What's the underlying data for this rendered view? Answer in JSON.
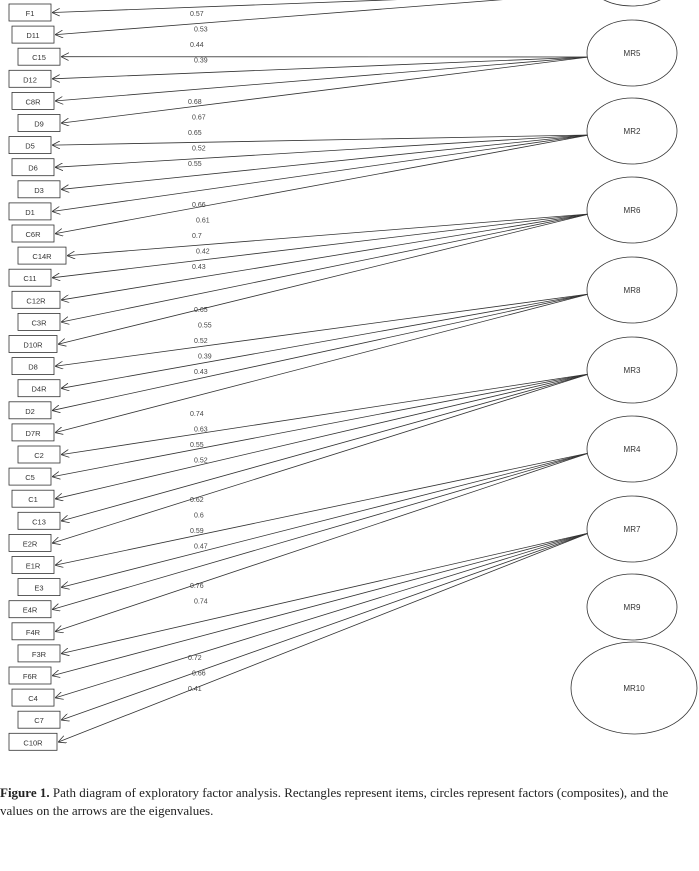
{
  "items": [
    "F1",
    "D11",
    "C15",
    "D12",
    "C8R",
    "D9",
    "D5",
    "D6",
    "D3",
    "D1",
    "C6R",
    "C14R",
    "C11",
    "C12R",
    "C3R",
    "D10R",
    "D8",
    "D4R",
    "D2",
    "D7R",
    "C2",
    "C5",
    "C1",
    "C13",
    "E2R",
    "E1R",
    "E3",
    "E4R",
    "F4R",
    "F3R",
    "F6R",
    "C4",
    "C7",
    "C10R"
  ],
  "factors": [
    "MR5",
    "MR2",
    "MR6",
    "MR8",
    "MR3",
    "MR4",
    "MR7",
    "MR9",
    "MR10"
  ],
  "loadings": [
    {
      "factor": "MR5",
      "groups": [
        "0.57",
        "0.53",
        "0.44",
        "0.39"
      ]
    },
    {
      "factor": "MR2",
      "groups": [
        "0.68",
        "0.67",
        "0.65",
        "0.52",
        "0.55"
      ]
    },
    {
      "factor": "MR6",
      "groups": [
        "0.66",
        "0.61",
        "0.7",
        "0.42",
        "0.43"
      ]
    },
    {
      "factor": "MR8",
      "groups": [
        "0.65",
        "0.55",
        "0.52",
        "0.39",
        "0.43"
      ]
    },
    {
      "factor": "MR3",
      "groups": [
        "0.74",
        "0.63",
        "0.55",
        "0.52"
      ]
    },
    {
      "factor": "MR4",
      "groups": [
        "0.62",
        "0.6",
        "0.59",
        "0.47"
      ]
    },
    {
      "factor": "MR7",
      "groups": [
        "0.76",
        "0.74"
      ]
    },
    {
      "factor": "MR9",
      "groups": [
        "0.72",
        "0.66",
        "0.41"
      ]
    }
  ],
  "caption": {
    "label": "Figure 1.",
    "text": "Path diagram of exploratory factor analysis. Rectangles represent items, circles represent factors (composites), and the values on the arrows are the eigenvalues."
  }
}
